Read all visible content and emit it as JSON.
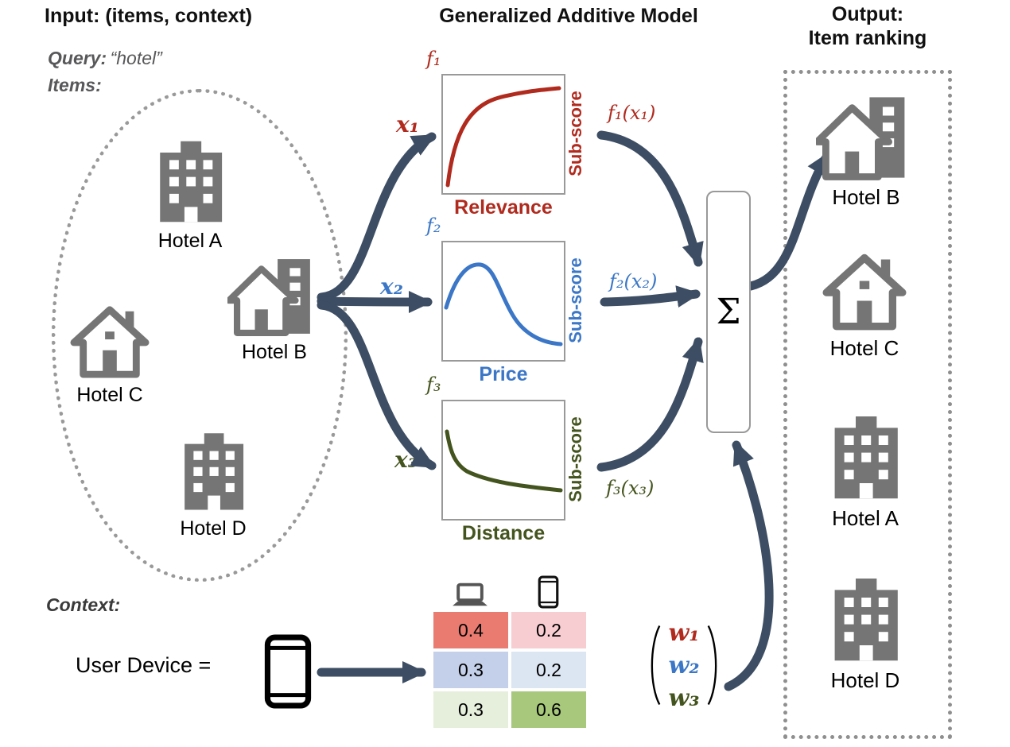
{
  "colors": {
    "arrow": "#3d4d63",
    "relevance": "#b02a1e",
    "price": "#3b77c6",
    "distance": "#44541e",
    "hotel_icon_gray": "#757575",
    "dotted_border": "#8f8f8f"
  },
  "headers": {
    "input": "Input: (items, context)",
    "model": "Generalized Additive Model",
    "output_line1": "Output:",
    "output_line2": "Item ranking"
  },
  "input": {
    "query_label": "Query:",
    "query_value": "“hotel”",
    "items_label": "Items:",
    "hotels": [
      {
        "name": "Hotel A"
      },
      {
        "name": "Hotel B"
      },
      {
        "name": "Hotel C"
      },
      {
        "name": "Hotel D"
      }
    ]
  },
  "model": {
    "functions": [
      {
        "f": "f₁",
        "x": "x₁",
        "axis": "Sub-score",
        "name": "Relevance",
        "out": "f₁(x₁)"
      },
      {
        "f": "f₂",
        "x": "x₂",
        "axis": "Sub-score",
        "name": "Price",
        "out": "f₂(x₂)"
      },
      {
        "f": "f₃",
        "x": "x₃",
        "axis": "Sub-score",
        "name": "Distance",
        "out": "f₃(x₃)"
      }
    ],
    "sum": "Σ"
  },
  "output": {
    "hotels": [
      {
        "name": "Hotel B"
      },
      {
        "name": "Hotel C"
      },
      {
        "name": "Hotel A"
      },
      {
        "name": "Hotel D"
      }
    ]
  },
  "context": {
    "label": "Context:",
    "device_label": "User Device =",
    "table": {
      "rows": [
        {
          "cells": [
            {
              "v": "0.4",
              "bg": "#e97b70"
            },
            {
              "v": "0.2",
              "bg": "#f7cdd1"
            }
          ]
        },
        {
          "cells": [
            {
              "v": "0.3",
              "bg": "#c4cfe9"
            },
            {
              "v": "0.2",
              "bg": "#dce5f2"
            }
          ]
        },
        {
          "cells": [
            {
              "v": "0.3",
              "bg": "#e6efdc"
            },
            {
              "v": "0.6",
              "bg": "#a8c87b"
            }
          ]
        }
      ]
    },
    "weights": [
      {
        "w": "w₁"
      },
      {
        "w": "w₂"
      },
      {
        "w": "w₃"
      }
    ]
  }
}
